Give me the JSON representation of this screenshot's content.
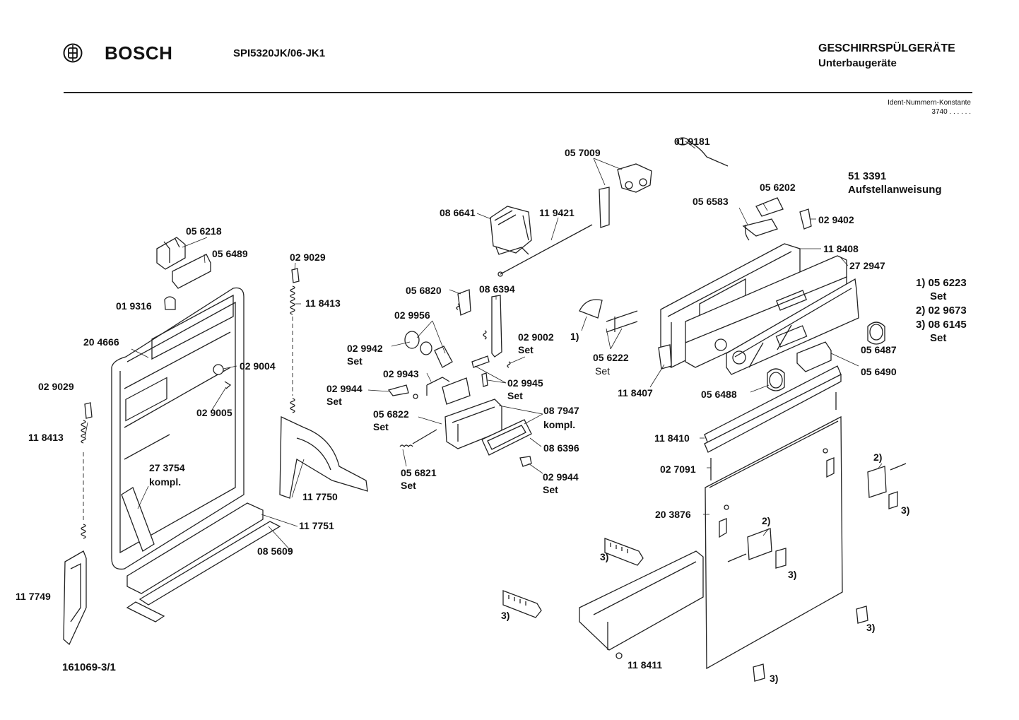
{
  "header": {
    "brand": "BOSCH",
    "model": "SPI5320JK/06-JK1",
    "category": "GESCHIRRSPÜLGERÄTE",
    "subcategory": "Unterbaugeräte",
    "ident_label": "Ident-Nummern-Konstante",
    "ident_value": "3740  . .   . . . ."
  },
  "logo_icon": "bosch-armature-logo",
  "manual": {
    "number": "51 3391",
    "title": "Aufstellanweisung"
  },
  "footnotes": [
    {
      "mark": "1)",
      "part": "05 6223",
      "suffix": "Set"
    },
    {
      "mark": "2)",
      "part": "02 9673",
      "suffix": ""
    },
    {
      "mark": "3)",
      "part": "08 6145",
      "suffix": "Set"
    }
  ],
  "doc_number": "161069-3/1",
  "labels": [
    {
      "id": "l01",
      "text": "05 6218"
    },
    {
      "id": "l02",
      "text": "05 6489"
    },
    {
      "id": "l03",
      "text": "01 9316"
    },
    {
      "id": "l04",
      "text": "20 4666"
    },
    {
      "id": "l05",
      "text": "02 9004"
    },
    {
      "id": "l06",
      "text": "02 9005"
    },
    {
      "id": "l07",
      "text": "02 9029"
    },
    {
      "id": "l08",
      "text": "11 8413"
    },
    {
      "id": "l09",
      "text": "27 3754"
    },
    {
      "id": "l10",
      "text": "kompl."
    },
    {
      "id": "l11",
      "text": "11 7749"
    },
    {
      "id": "l12",
      "text": "02 9029"
    },
    {
      "id": "l13",
      "text": "11 8413"
    },
    {
      "id": "l14",
      "text": "11 7750"
    },
    {
      "id": "l15",
      "text": "11 7751"
    },
    {
      "id": "l16",
      "text": "08 5609"
    },
    {
      "id": "l17",
      "text": "08 6641"
    },
    {
      "id": "l18",
      "text": "11 9421"
    },
    {
      "id": "l19",
      "text": "05 7009"
    },
    {
      "id": "l20",
      "text": "01 9181"
    },
    {
      "id": "l21",
      "text": "05 6820"
    },
    {
      "id": "l22",
      "text": "08 6394"
    },
    {
      "id": "l23",
      "text": "02 9956"
    },
    {
      "id": "l24",
      "text": "02 9942"
    },
    {
      "id": "l25",
      "text": "Set"
    },
    {
      "id": "l26",
      "text": "02 9002"
    },
    {
      "id": "l27",
      "text": "Set"
    },
    {
      "id": "l28",
      "text": "02 9943"
    },
    {
      "id": "l29",
      "text": "02 9945"
    },
    {
      "id": "l30",
      "text": "Set"
    },
    {
      "id": "l31",
      "text": "02 9944"
    },
    {
      "id": "l32",
      "text": "Set"
    },
    {
      "id": "l33",
      "text": "05 6822"
    },
    {
      "id": "l34",
      "text": "Set"
    },
    {
      "id": "l35",
      "text": "08 7947"
    },
    {
      "id": "l36",
      "text": "kompl."
    },
    {
      "id": "l37",
      "text": "08 6396"
    },
    {
      "id": "l38",
      "text": "05 6821"
    },
    {
      "id": "l39",
      "text": "Set"
    },
    {
      "id": "l40",
      "text": "02 9944"
    },
    {
      "id": "l41",
      "text": "Set"
    },
    {
      "id": "l42",
      "text": "1)"
    },
    {
      "id": "l43",
      "text": "05 6222"
    },
    {
      "id": "l44",
      "text": "Set"
    },
    {
      "id": "l45",
      "text": "05 6202"
    },
    {
      "id": "l46",
      "text": "05 6583"
    },
    {
      "id": "l47",
      "text": "02 9402"
    },
    {
      "id": "l48",
      "text": "11 8408"
    },
    {
      "id": "l49",
      "text": "27 2947"
    },
    {
      "id": "l50",
      "text": "11 8407"
    },
    {
      "id": "l51",
      "text": "05 6487"
    },
    {
      "id": "l52",
      "text": "05 6490"
    },
    {
      "id": "l53",
      "text": "05 6488"
    },
    {
      "id": "l54",
      "text": "11 8410"
    },
    {
      "id": "l55",
      "text": "02 7091"
    },
    {
      "id": "l56",
      "text": "20 3876"
    },
    {
      "id": "l57",
      "text": "2)"
    },
    {
      "id": "l58",
      "text": "3)"
    },
    {
      "id": "l59",
      "text": "2)"
    },
    {
      "id": "l60",
      "text": "3)"
    },
    {
      "id": "l61",
      "text": "3)"
    },
    {
      "id": "l62",
      "text": "3)"
    },
    {
      "id": "l63",
      "text": "3)"
    },
    {
      "id": "l64",
      "text": "11 8411"
    },
    {
      "id": "l65",
      "text": "3)"
    }
  ]
}
